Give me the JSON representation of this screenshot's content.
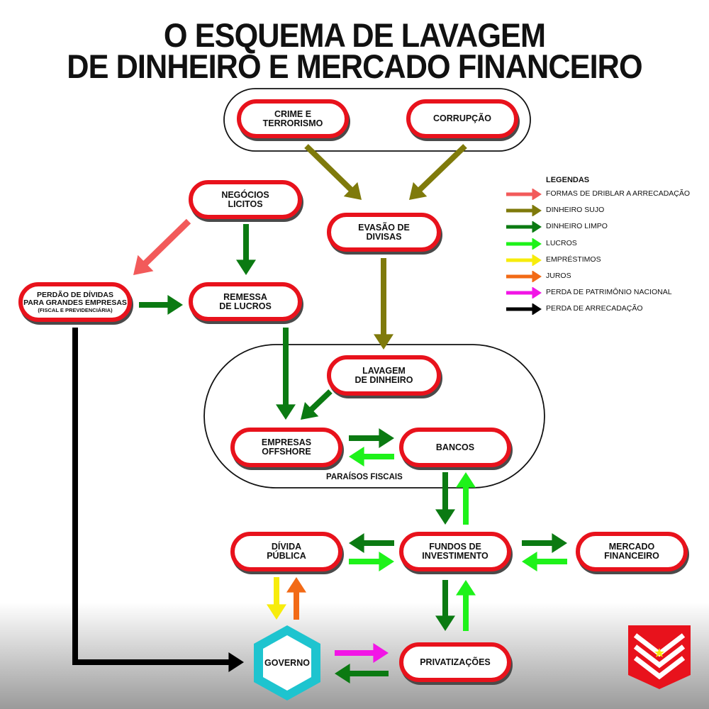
{
  "title": {
    "line1": "O ESQUEMA DE LAVAGEM",
    "line2": "DE DINHEIRO E MERCADO FINANCEIRO"
  },
  "nodes": {
    "crime": [
      "CRIME E",
      "TERRORISMO"
    ],
    "corrupcao": [
      "CORRUPÇÃO"
    ],
    "negocios": [
      "NEGÓCIOS",
      "LICITOS"
    ],
    "evasao": [
      "EVASÃO DE",
      "DIVISAS"
    ],
    "perdao": [
      "PERDÃO DE DÍVIDAS",
      "PARA GRANDES EMPRESAS"
    ],
    "perdao_sub": "(FISCAL E PREVIDENCIÁRIA)",
    "remessa": [
      "REMESSA",
      "DE LUCROS"
    ],
    "lavagem": [
      "LAVAGEM",
      "DE DINHEIRO"
    ],
    "offshore": [
      "EMPRESAS",
      "OFFSHORE"
    ],
    "bancos": [
      "BANCOS"
    ],
    "divida": [
      "DÍVIDA",
      "PÚBLICA"
    ],
    "fundos": [
      "FUNDOS DE",
      "INVESTIMENTO"
    ],
    "mercado": [
      "MERCADO",
      "FINANCEIRO"
    ],
    "governo": "GOVERNO",
    "privatizacoes": [
      "PRIVATIZAÇÕES"
    ]
  },
  "cluster_label": "PARAÍSOS FISCAIS",
  "legend": {
    "title": "LEGENDAS",
    "items": [
      {
        "label": "FORMAS DE DRIBLAR A ARRECADAÇÃO",
        "color": "#f25a5a"
      },
      {
        "label": "DINHEIRO SUJO",
        "color": "#7f7a0b"
      },
      {
        "label": "DINHEIRO LIMPO",
        "color": "#0b7a12"
      },
      {
        "label": "LUCROS",
        "color": "#1ef21a"
      },
      {
        "label": "EMPRÉSTIMOS",
        "color": "#f7ec0c"
      },
      {
        "label": "JUROS",
        "color": "#f26a16"
      },
      {
        "label": "PERDA DE PATRIMÔNIO NACIONAL",
        "color": "#f215e6"
      },
      {
        "label": "PERDA DE ARRECADAÇÃO",
        "color": "#000000"
      }
    ]
  },
  "colors": {
    "node_border": "#e8121c",
    "governo_fill": "#1ec4cf",
    "logo": "#e8121c"
  },
  "icons": {
    "logo": "chevron-shield-logo"
  }
}
